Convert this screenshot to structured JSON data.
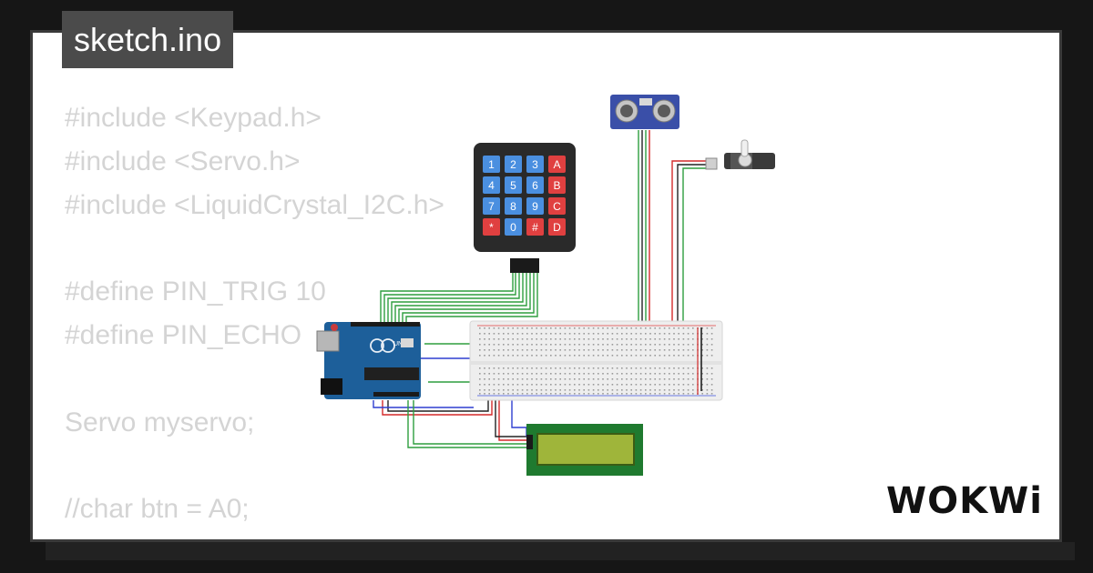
{
  "title": "sketch.ino",
  "brand": "WOKWi",
  "code_lines": [
    "#include <Keypad.h>",
    "#include <Servo.h>",
    "#include <LiquidCrystal_I2C.h>",
    "",
    "#define PIN_TRIG 10",
    "#define PIN_ECHO",
    "",
    "Servo myservo;",
    "",
    "//char btn = A0;"
  ],
  "keypad": {
    "rows": [
      [
        "1",
        "2",
        "3",
        "A"
      ],
      [
        "4",
        "5",
        "6",
        "B"
      ],
      [
        "7",
        "8",
        "9",
        "C"
      ],
      [
        "*",
        "0",
        "#",
        "D"
      ]
    ]
  },
  "board_label": "UNO",
  "colors": {
    "wire_green": "#2e9e3e",
    "wire_red": "#d42a2a",
    "wire_blue": "#2f3fd0",
    "wire_black": "#222222",
    "board_blue": "#1d5f9a",
    "lcd_green": "#1f7a2f",
    "lcd_screen": "#9fb53a",
    "keypad_body": "#2a2a2a",
    "key_blue": "#4a8fe0",
    "key_red": "#e04040"
  }
}
